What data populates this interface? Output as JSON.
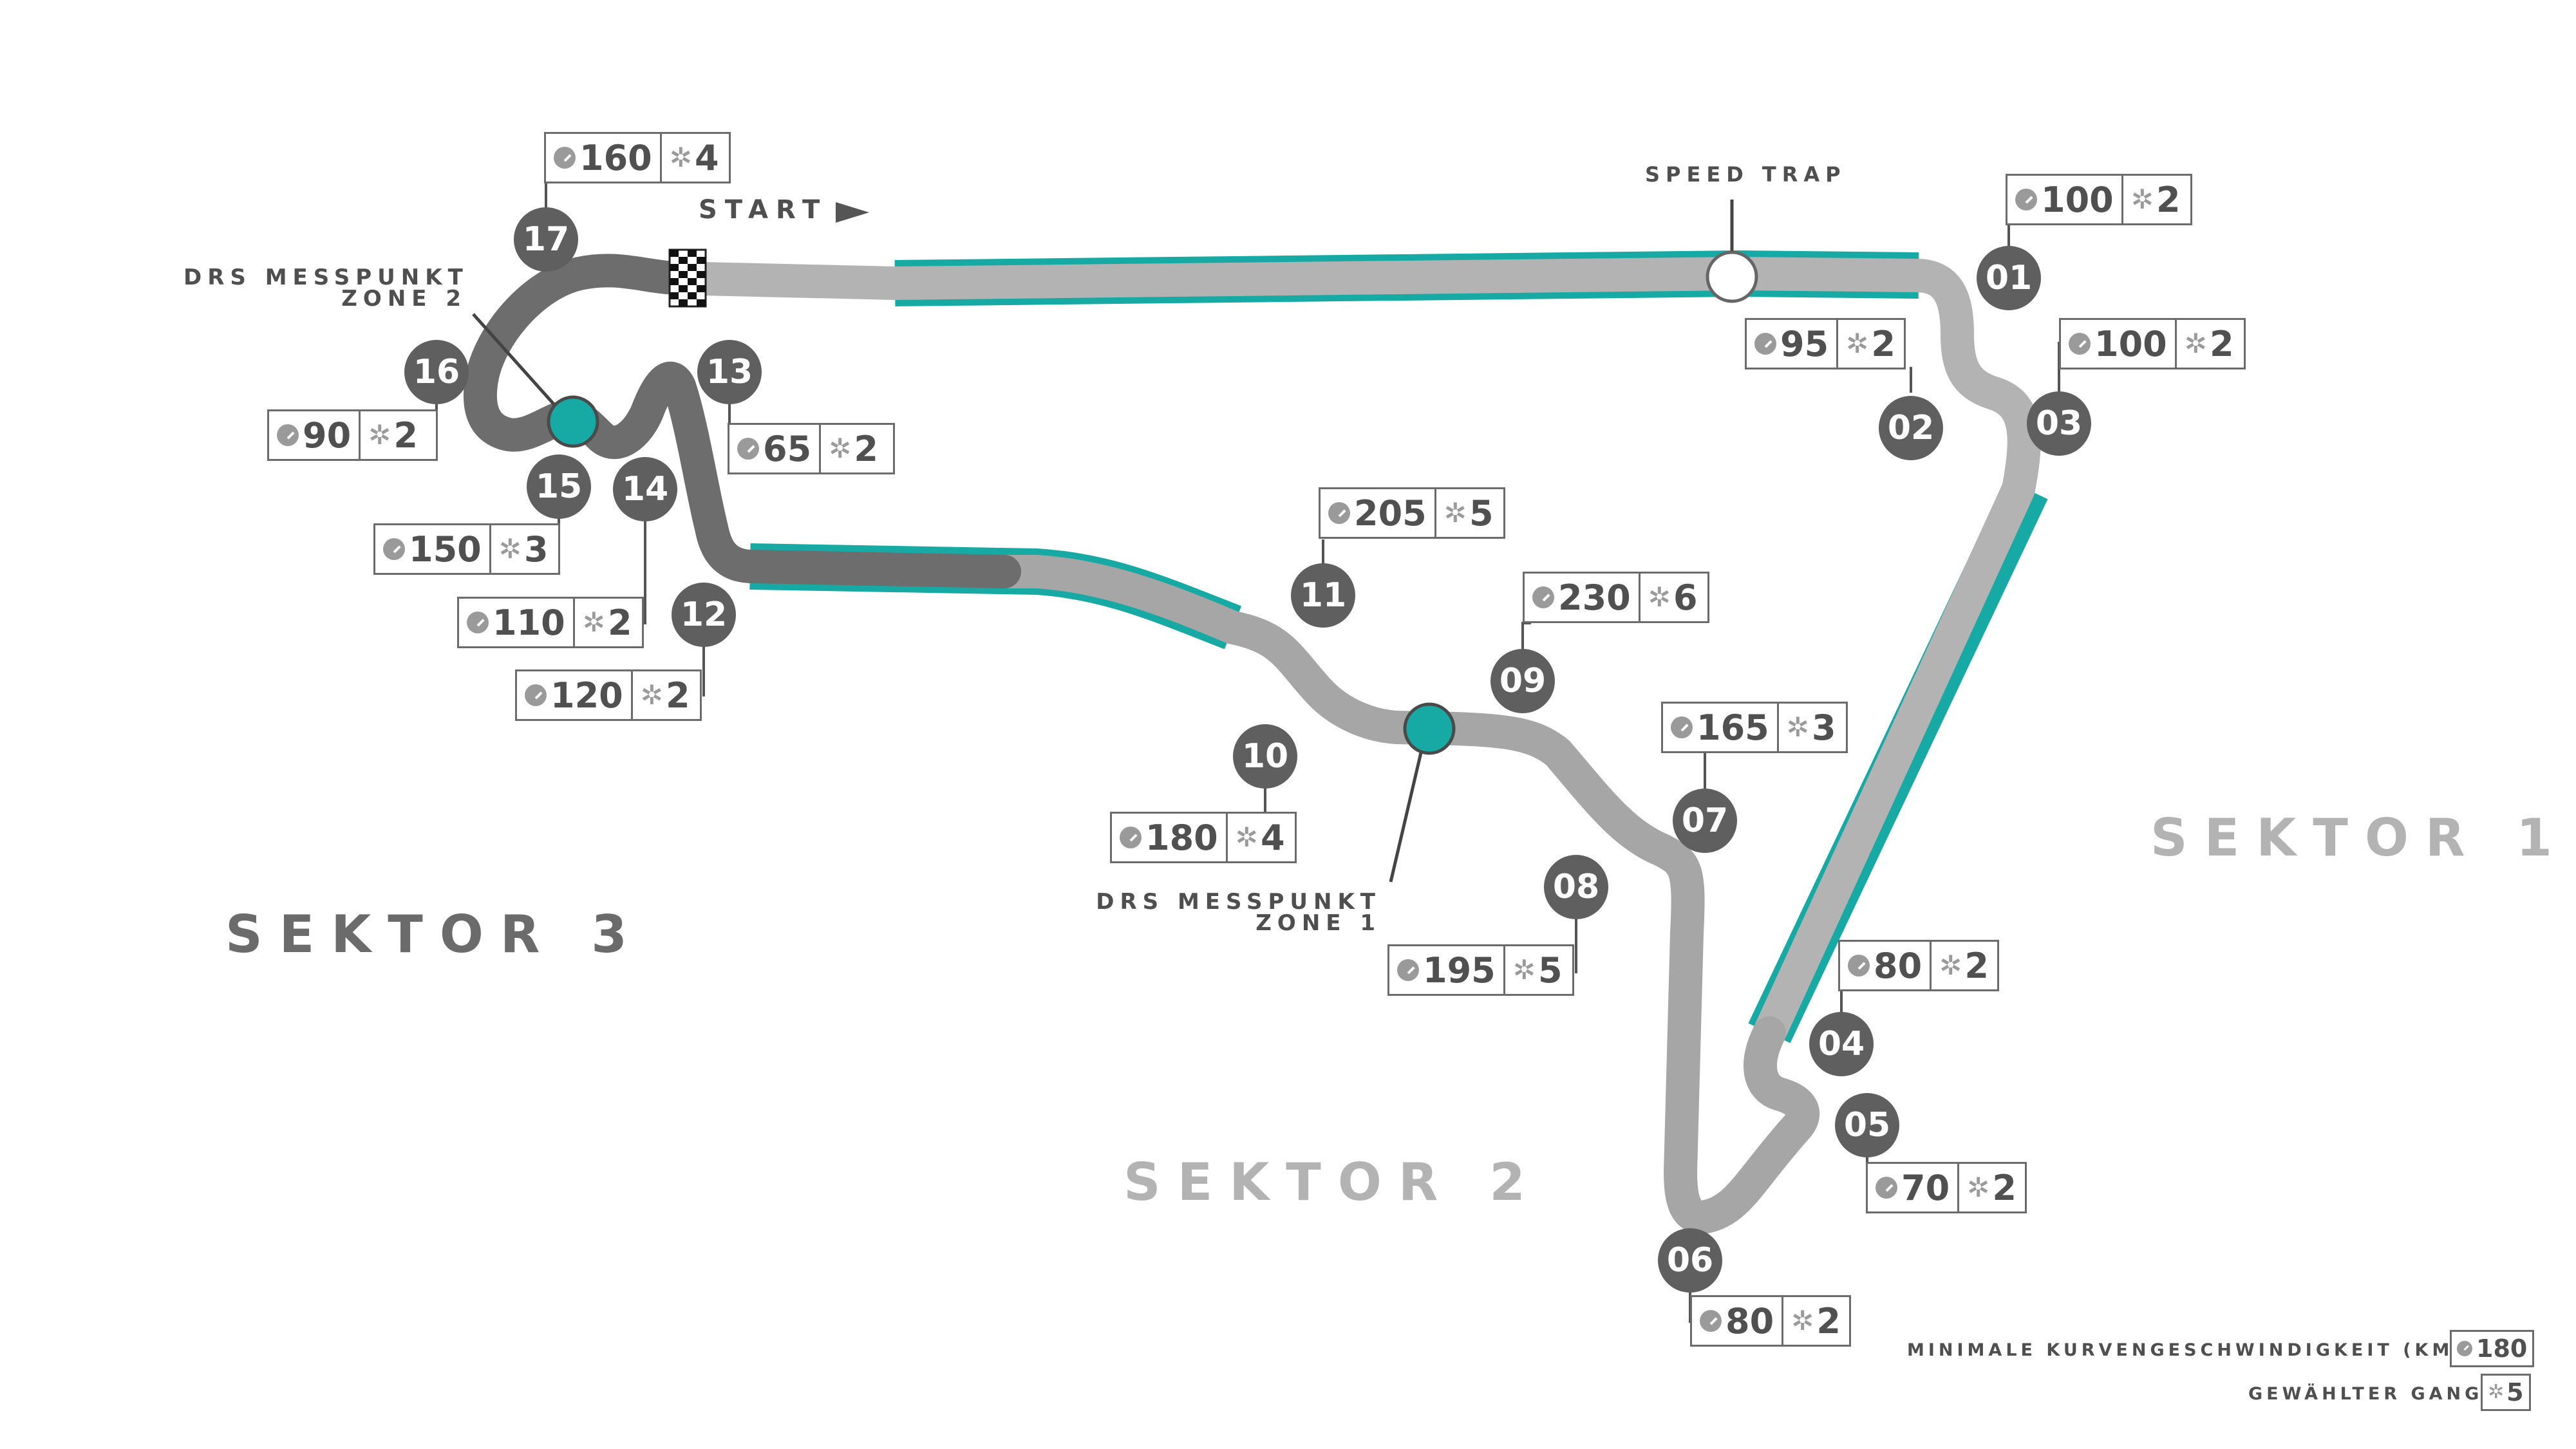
{
  "sectors": {
    "s1": "SEKTOR 1",
    "s2": "SEKTOR 2",
    "s3": "SEKTOR 3"
  },
  "labels": {
    "start": "START",
    "speed_trap": "SPEED TRAP",
    "drs2_line1": "DRS MESSPUNKT",
    "drs2_line2": "ZONE 2",
    "drs1_line1": "DRS MESSPUNKT",
    "drs1_line2": "ZONE 1"
  },
  "colors": {
    "track_light": "#b3b3b3",
    "track_mid": "#a6a6a6",
    "track_dark": "#6d6d6d",
    "drs": "#17a9a3",
    "badge": "#5f5f5f"
  },
  "icons": {
    "speed": "speedometer-icon",
    "gear": "gear-icon"
  },
  "corners": [
    {
      "num": "01",
      "speed": "100",
      "gear": "2"
    },
    {
      "num": "02",
      "speed": "95",
      "gear": "2"
    },
    {
      "num": "03",
      "speed": "100",
      "gear": "2"
    },
    {
      "num": "04",
      "speed": "80",
      "gear": "2"
    },
    {
      "num": "05",
      "speed": "70",
      "gear": "2"
    },
    {
      "num": "06",
      "speed": "80",
      "gear": "2"
    },
    {
      "num": "07",
      "speed": "165",
      "gear": "3"
    },
    {
      "num": "08",
      "speed": "195",
      "gear": "5"
    },
    {
      "num": "09",
      "speed": "230",
      "gear": "6"
    },
    {
      "num": "10",
      "speed": "180",
      "gear": "4"
    },
    {
      "num": "11",
      "speed": "205",
      "gear": "5"
    },
    {
      "num": "12",
      "speed": "120",
      "gear": "2"
    },
    {
      "num": "13",
      "speed": "65",
      "gear": "2"
    },
    {
      "num": "14",
      "speed": "110",
      "gear": "2"
    },
    {
      "num": "15",
      "speed": "150",
      "gear": "3"
    },
    {
      "num": "16",
      "speed": "90",
      "gear": "2"
    },
    {
      "num": "17",
      "speed": "160",
      "gear": "4"
    }
  ],
  "legend": {
    "speed_text": "MINIMALE KURVENGESCHWINDIGKEIT (KM/H)",
    "speed_value": "180",
    "gear_text": "GEWÄHLTER GANG",
    "gear_value": "5"
  }
}
